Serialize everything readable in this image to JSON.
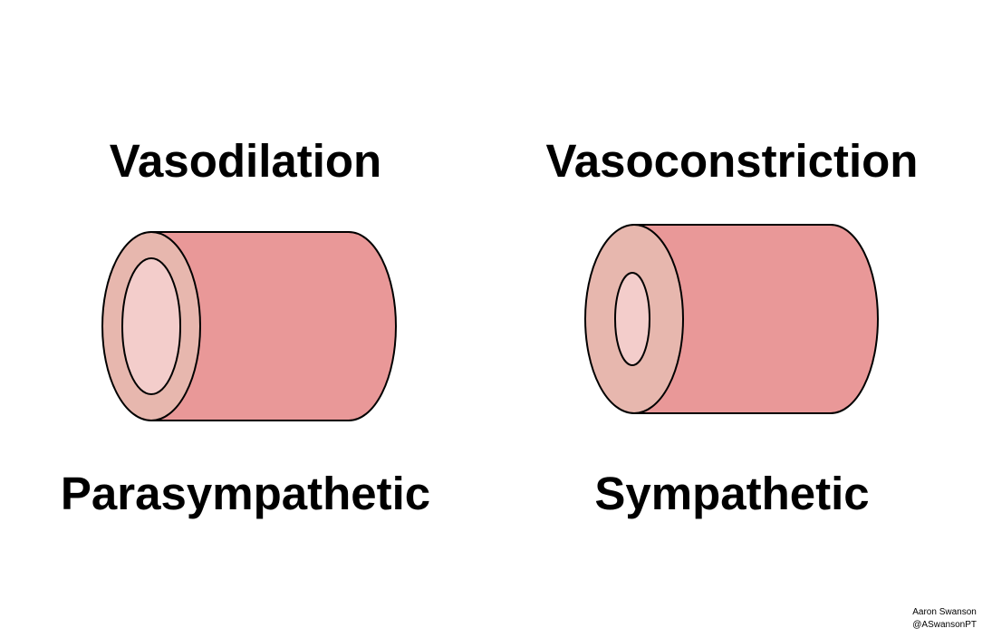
{
  "panels": [
    {
      "top_label": "Vasodilation",
      "bottom_label": "Parasympathetic"
    },
    {
      "top_label": "Vasoconstriction",
      "bottom_label": "Sympathetic"
    }
  ],
  "credit": {
    "name": "Aaron Swanson",
    "handle": "@ASwansonPT"
  },
  "colors": {
    "vessel_body": "#E99898",
    "vessel_wall": "#E7B7AE",
    "vessel_lumen": "#F3CDCB",
    "outline": "#000000"
  }
}
